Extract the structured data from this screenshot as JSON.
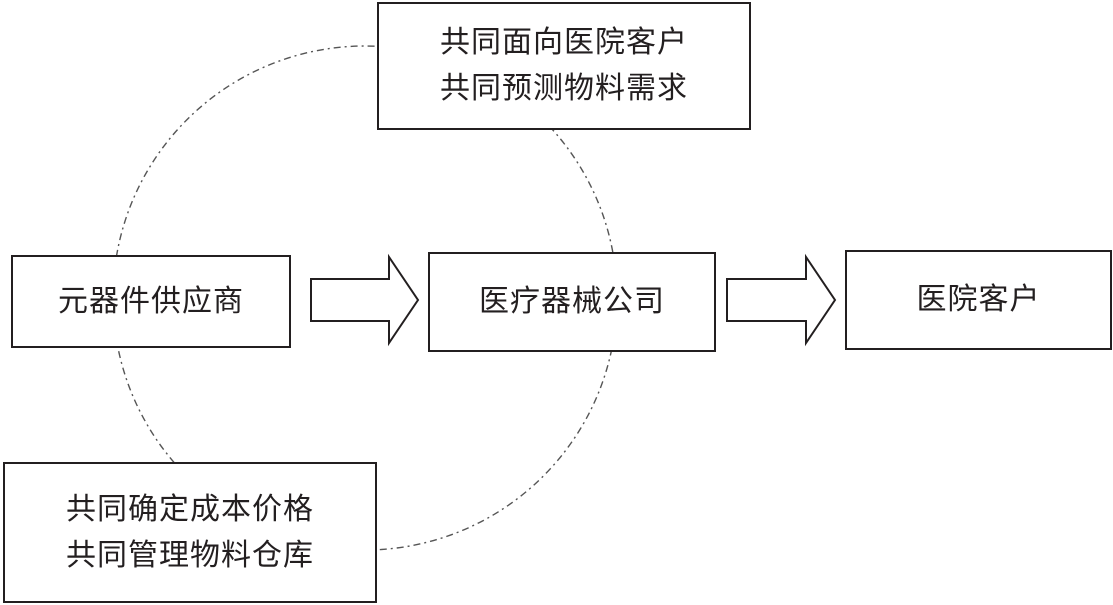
{
  "nodes": {
    "top": {
      "line1": "共同面向医院客户",
      "line2": "共同预测物料需求"
    },
    "supplier": {
      "label": "元器件供应商"
    },
    "company": {
      "label": "医疗器械公司"
    },
    "customer": {
      "label": "医院客户"
    },
    "bottom": {
      "line1": "共同确定成本价格",
      "line2": "共同管理物料仓库"
    }
  },
  "colors": {
    "stroke": "#231f20",
    "circle": "#555555",
    "background": "#ffffff"
  }
}
